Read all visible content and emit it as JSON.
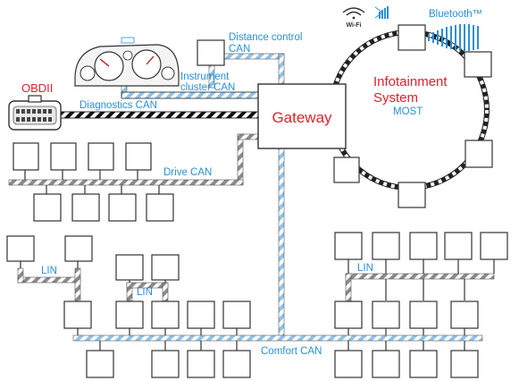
{
  "labels": {
    "distance_control": "Distance control",
    "distance_control_can": "CAN",
    "instrument": "Instrument",
    "instrument_cluster_can": "cluster CAN",
    "obdii": "OBDII",
    "diagnostics_can": "Diagnostics CAN",
    "gateway": "Gateway",
    "infotainment": "Infotainment",
    "system": "System",
    "most": "MOST",
    "bluetooth": "Bluetooth™",
    "wifi": "Wi-Fi",
    "drive_can": "Drive CAN",
    "lin_left": "LIN",
    "lin_center": "LIN",
    "lin_right": "LIN",
    "comfort_can": "Comfort CAN"
  },
  "colors": {
    "bus_blue": "#8fc3e8",
    "bus_gray": "#8a8a8a",
    "diagnostic_black": "#111111",
    "label_blue": "#2a8fd6",
    "label_red": "#e0202a",
    "box_stroke": "#333333"
  },
  "icons": [
    "obd-connector-icon",
    "instrument-cluster-icon",
    "wifi-icon",
    "signal-bars-icon",
    "bluetooth-waves-icon"
  ]
}
